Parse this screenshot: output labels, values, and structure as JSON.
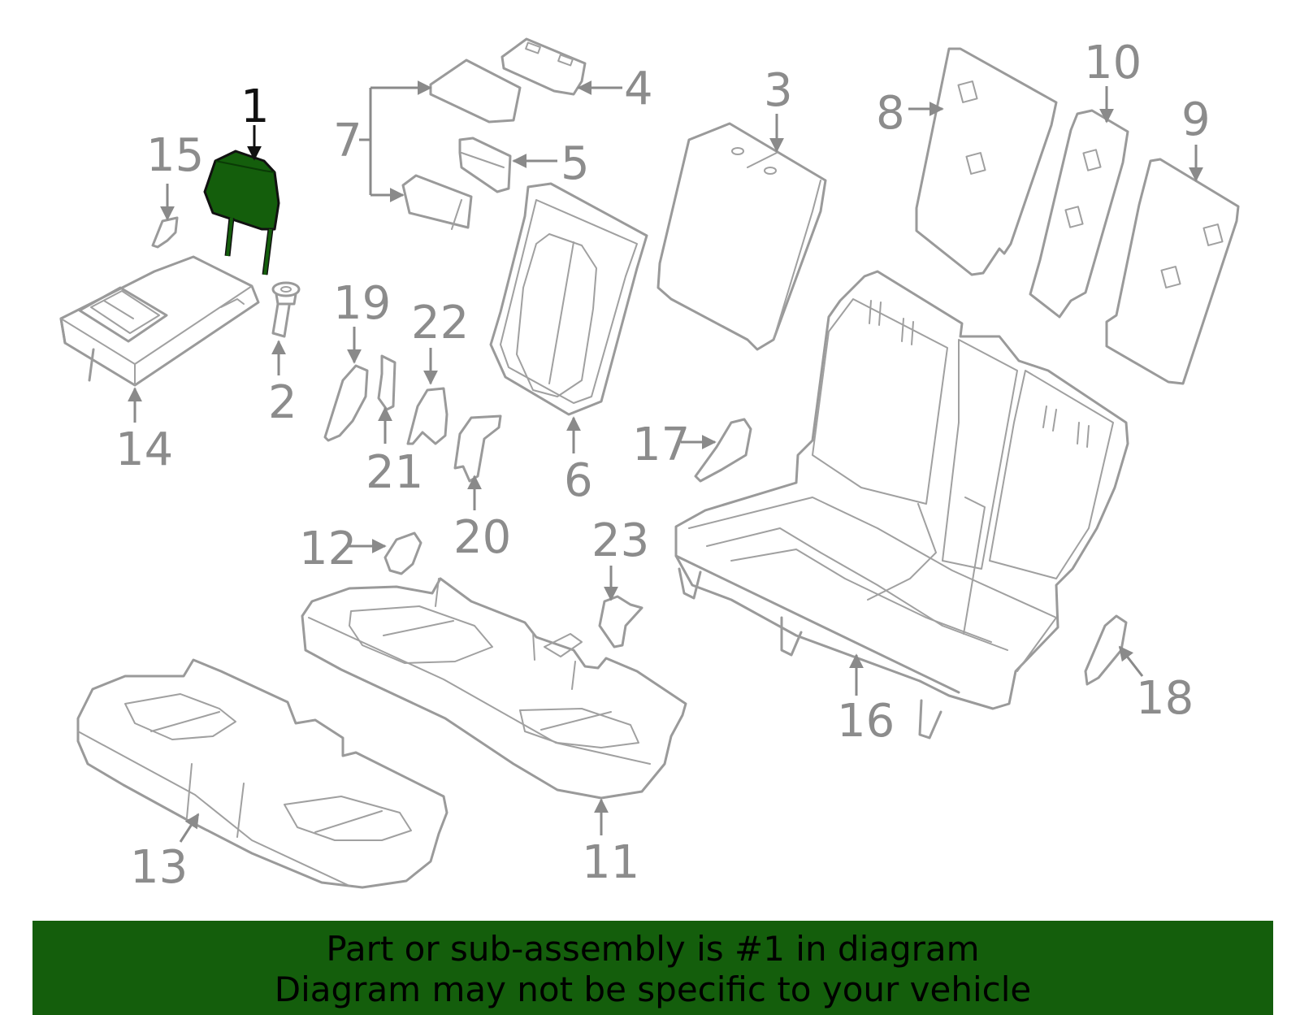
{
  "colors": {
    "highlight_fill": "#145e0c",
    "banner_background": "#145e0c",
    "part_outline": "#9a9a9a",
    "callout_text": "#8c8c8c",
    "highlight_callout": "#111111"
  },
  "callouts": {
    "c1": "1",
    "c2": "2",
    "c3": "3",
    "c4": "4",
    "c5": "5",
    "c6": "6",
    "c7": "7",
    "c8": "8",
    "c9": "9",
    "c10": "10",
    "c11": "11",
    "c12": "12",
    "c13": "13",
    "c14": "14",
    "c15": "15",
    "c16": "16",
    "c17": "17",
    "c18": "18",
    "c19": "19",
    "c20": "20",
    "c21": "21",
    "c22": "22",
    "c23": "23"
  },
  "highlighted_part": "1",
  "banner": {
    "line1": "Part or sub-assembly is #1 in diagram",
    "line2": "Diagram may not be specific to your vehicle"
  }
}
